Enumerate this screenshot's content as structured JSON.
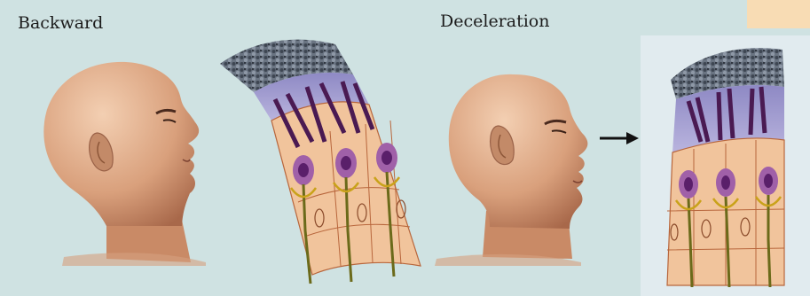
{
  "panels": [
    {
      "label": "Backward",
      "phase": "backward"
    },
    {
      "label": "Deceleration",
      "phase": "deceleration"
    }
  ],
  "colors": {
    "background": "#cfe2e2",
    "right_inset_background": "#e1ebef",
    "top_right_corner": "#f8dcb4",
    "skin_light": "#f3cfb2",
    "skin_mid": "#d9a07c",
    "skin_dark": "#a8684a",
    "cilia_bed": "#5c6876",
    "membrane": "#9e98c8",
    "stereocilia": "#4a1a52",
    "hair_cell": "#a060a8",
    "hair_cell_nucleus": "#5a1f6a",
    "support_cells": "#f1c49c",
    "support_cell_outline": "#b8663c",
    "nerve": "#6b6a1a",
    "arrow": "#111111"
  },
  "icons": [
    "right-arrow-icon"
  ]
}
